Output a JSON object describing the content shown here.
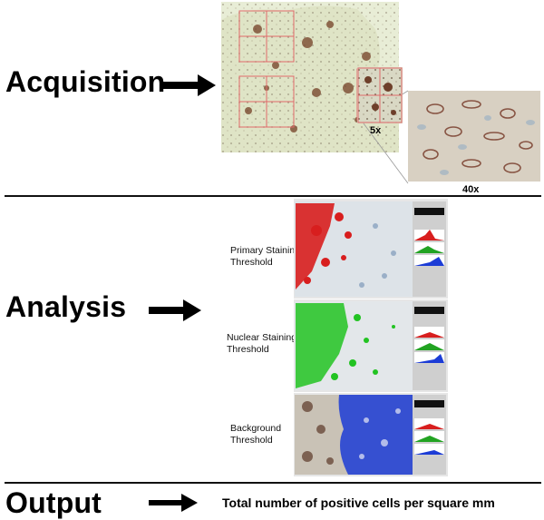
{
  "sections": {
    "acquisition": {
      "title": "Acquisition",
      "zoom_labels": [
        "5x",
        "40x"
      ]
    },
    "analysis": {
      "title": "Analysis",
      "panels": [
        {
          "label": "Primary Staining\nThreshold",
          "overlay_color": "#d81e1e"
        },
        {
          "label": "Nuclear Staining\nThreshold",
          "overlay_color": "#22c322"
        },
        {
          "label": "Background\nThreshold",
          "overlay_color": "#1c3cd6"
        }
      ]
    },
    "output": {
      "title": "Output",
      "text": "Total number of positive cells per square mm"
    }
  },
  "colors": {
    "tissue_bg": "#e4ead2",
    "stain_brown": "#7a4a30",
    "grid_red": "#e06a6a",
    "software_gray": "#d4d4d4"
  }
}
